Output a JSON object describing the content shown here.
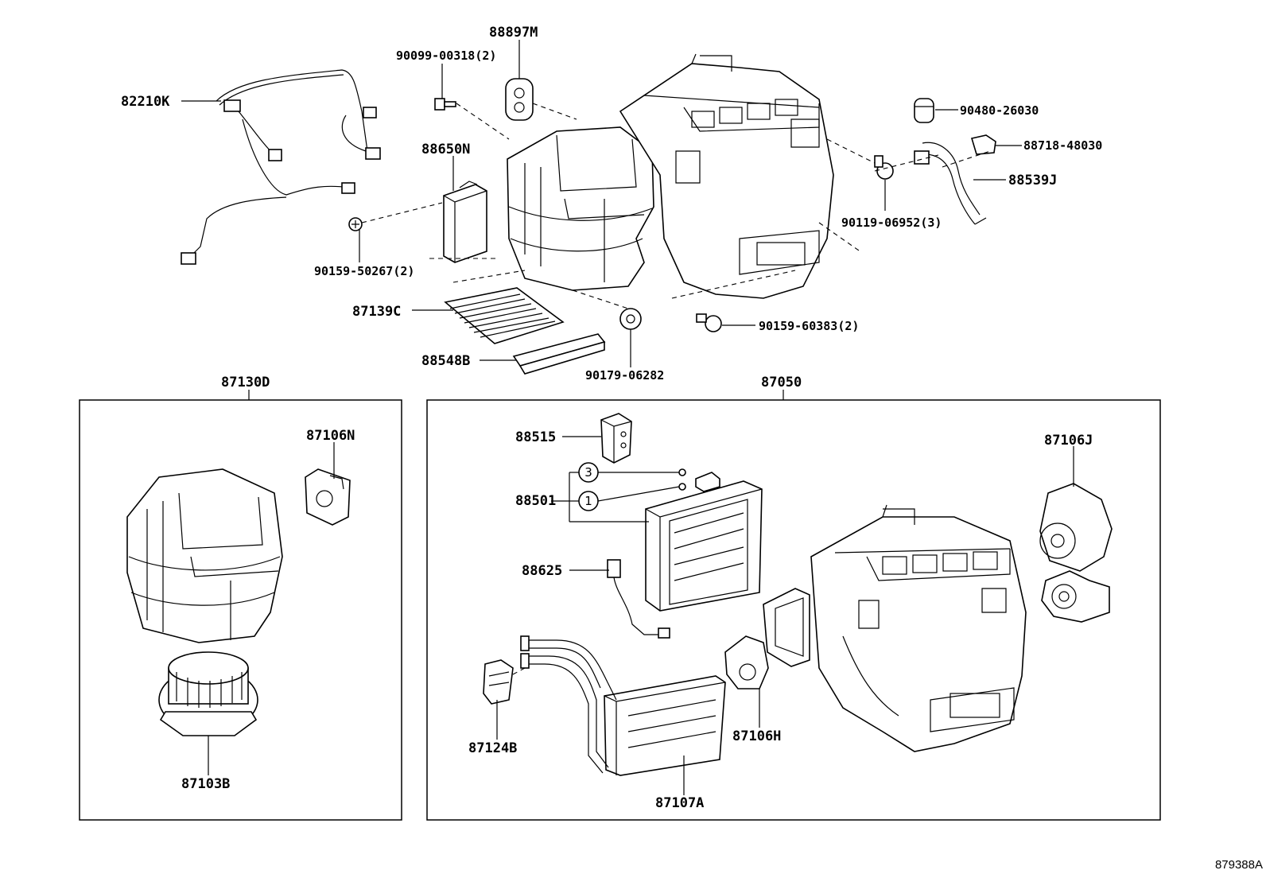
{
  "callouts": {
    "p82210K": "82210K",
    "p90099": "90099-00318(2)",
    "p88897M": "88897M",
    "p90480": "90480-26030",
    "p88718": "88718-48030",
    "p88539J": "88539J",
    "p90119": "90119-06952(3)",
    "p88650N": "88650N",
    "p90159_50267": "90159-50267(2)",
    "p87139C": "87139C",
    "p88548B": "88548B",
    "p90179": "90179-06282",
    "p90159_60383": "90159-60383(2)",
    "p87130D": "87130D",
    "p87106N": "87106N",
    "p87103B": "87103B",
    "p87050": "87050",
    "p88515": "88515",
    "p88501": "88501",
    "p88625": "88625",
    "p87106J": "87106J",
    "p87124B": "87124B",
    "p87106H": "87106H",
    "p87107A": "87107A"
  },
  "markers": {
    "circle_3": "3",
    "circle_1": "1"
  },
  "diagram_ref": "879388A"
}
